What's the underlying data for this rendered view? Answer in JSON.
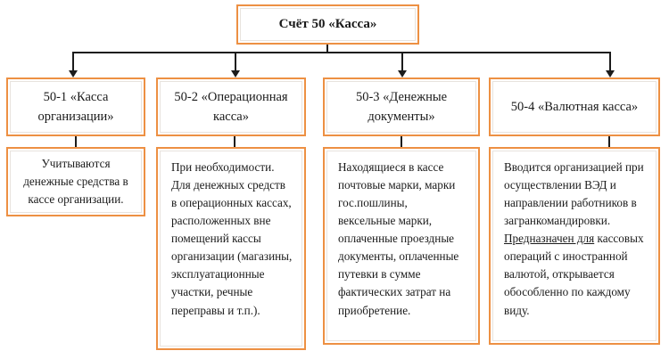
{
  "diagram": {
    "type": "org-tree",
    "title_node": {
      "label": "Счёт 50 «Касса»"
    },
    "accent_color": "#ED9043",
    "connector_color": "#1b1b1b",
    "columns": [
      {
        "id": "50-1",
        "header": "50-1 «Касса организации»",
        "body": "Учитываются денежные средства в кассе организации.",
        "body_align": "center"
      },
      {
        "id": "50-2",
        "header": "50-2 «Операционная касса»",
        "body": "При необходимости. Для денежных средств в операционных кассах, расположенных вне помещений кассы организации (магазины, эксплуатационные участки, речные переправы и т.п.).",
        "body_align": "left"
      },
      {
        "id": "50-3",
        "header": "50-3 «Денежные документы»",
        "body": "Находящиеся в кассе почтовые марки, марки гос.пошлины, вексельные марки, оплаченные проездные документы, оплаченные путевки в сумме фактических затрат на приобретение.",
        "body_align": "left"
      },
      {
        "id": "50-4",
        "header": "50-4 «Валютная касса»",
        "body_part1": "Вводится организацией при осуществлении ВЭД и направлении работников в загранкомандировки. ",
        "body_underlined": "Предназначен для",
        "body_part2": " кассовых операций с иностранной валютой, открывается обособленно по каждому виду.",
        "body_align": "left"
      }
    ]
  }
}
